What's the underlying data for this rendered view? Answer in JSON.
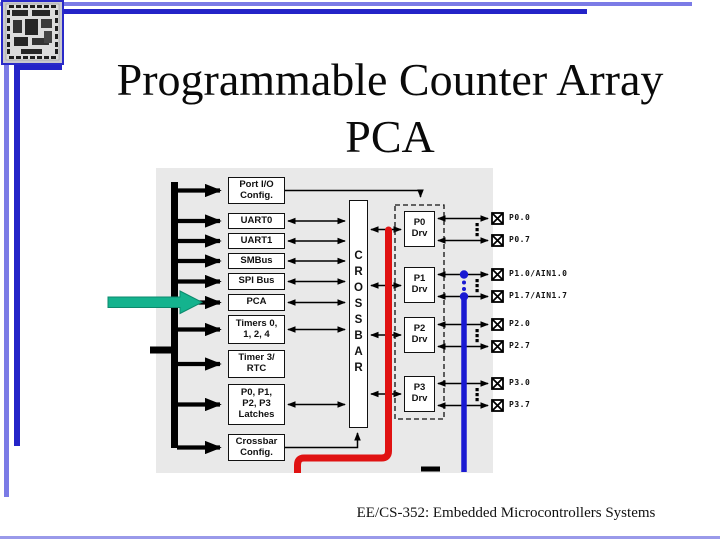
{
  "slide": {
    "title": "Programmable Counter Array\nPCA",
    "footer": "EE/CS-352: Embedded Microcontrollers Systems"
  },
  "diagram": {
    "source_blocks": {
      "port_io": "Port I/O\nConfig.",
      "uart0": "UART0",
      "uart1": "UART1",
      "smbus": "SMBus",
      "spi": "SPI Bus",
      "pca": "PCA",
      "timers": "Timers 0,\n1, 2, 4",
      "timer3": "Timer 3/\nRTC",
      "latches": "P0, P1,\nP2, P3\nLatches",
      "crossbar_config": "Crossbar\nConfig."
    },
    "crossbar": "CROSSBAR",
    "port_drivers": [
      "P0\nDrv",
      "P1\nDrv",
      "P2\nDrv",
      "P3\nDrv"
    ],
    "pin_labels": [
      "P0.0",
      "P0.7",
      "P1.0/AIN1.0",
      "P1.7/AIN1.7",
      "P2.0",
      "P2.7",
      "P3.0",
      "P3.7"
    ],
    "highlight": {
      "target": "PCA",
      "arrow_color": "#14b38e"
    },
    "colors": {
      "panel_bg": "#e9e9e9",
      "red_trace": "#e01212",
      "blue_trace": "#1a1ad2",
      "border_dark_blue": "#2424c8",
      "border_light_blue": "#7b7be6"
    }
  }
}
